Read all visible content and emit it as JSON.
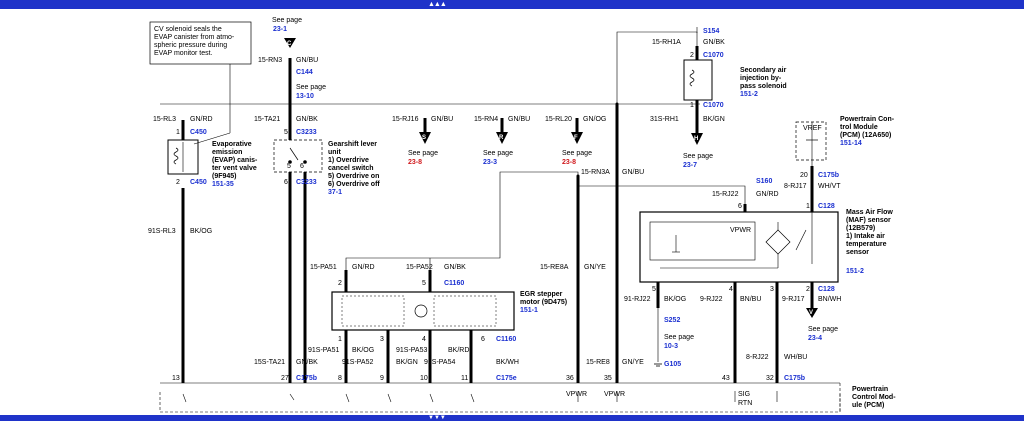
{
  "note": {
    "lines": [
      "CV solenoid seals the",
      "EVAP canister from atmo-",
      "spheric pressure during",
      "EVAP monitor test."
    ]
  },
  "c1": {
    "see": "See page",
    "page": "23-1",
    "letter": "C",
    "circuit": "15-RN3",
    "color": "GN/BU",
    "conn": "C144",
    "see2": "See page",
    "page2": "13-10"
  },
  "evap": {
    "circuit": "15-RL3",
    "color": "GN/RD",
    "pin1": "1",
    "conn1": "C450",
    "pin2": "2",
    "conn2": "C450",
    "lines": [
      "Evaporative",
      "emission",
      "(EVAP) canis-",
      "ter vent valve",
      "(9F945)"
    ],
    "page": "151-35",
    "circuit2": "91S-RL3",
    "color2": "BK/OG"
  },
  "gear": {
    "circuit": "15-TA21",
    "color": "GN/BK",
    "pin5": "5",
    "conn": "C3233",
    "pinA": "5",
    "pinB": "6",
    "pin6": "6",
    "conn2": "C3233",
    "lines": [
      "Gearshift lever",
      "unit",
      "1)   Overdrive",
      "      cancel switch",
      "5)   Overdrive on",
      "6)   Overdrive off"
    ],
    "page": "37-1"
  },
  "offs": [
    {
      "circuit": "15-RJ16",
      "color": "GN/BU",
      "letter": "S",
      "see": "See page",
      "page": "23-8",
      "red": true
    },
    {
      "circuit": "15-RN4",
      "color": "GN/BU",
      "letter": "R",
      "see": "See page",
      "page": "23-3",
      "red": false
    },
    {
      "circuit": "15-RL20",
      "color": "GN/OG",
      "letter": "F",
      "see": "See page",
      "page": "23-8",
      "red": true
    }
  ],
  "sec": {
    "splice": "S154",
    "circuit": "15-RH1A",
    "color": "GN/BK",
    "pin2": "2",
    "conn": "C1070",
    "lines": [
      "Secondary air",
      "injection by-",
      "pass solenoid"
    ],
    "page": "151-2",
    "pin1": "1",
    "conn2": "C1070",
    "circuit2": "31S-RH1",
    "color2": "BK/GN",
    "letter": "H",
    "see": "See page",
    "page2": "23-7"
  },
  "pcmTop": {
    "vref": "VREF",
    "lines": [
      "Powertrain Con-",
      "trol Module",
      "(PCM) (12A650)"
    ],
    "page": "151-14",
    "pin": "20",
    "conn": "C175b",
    "circuit": "8-RJ17",
    "color": "WH/VT"
  },
  "rn3a": {
    "circuit": "15-RN3A",
    "color": "GN/BU"
  },
  "maf": {
    "splice": "S160",
    "circuit": "15-RJ22",
    "color": "GN/RD",
    "pin6": "6",
    "pin1": "1",
    "conn": "C128",
    "vpwr": "VPWR",
    "lines": [
      "Mass Air Flow",
      "(MAF) sensor",
      "(12B579)",
      "1)   Intake air",
      "      temperature",
      "      sensor"
    ],
    "page": "151-2",
    "pin5": "5",
    "pin4": "4",
    "pin3": "3",
    "pin2": "2",
    "conn2": "C128",
    "c5": "91-RJ22",
    "col5": "BK/OG",
    "c4": "9-RJ22",
    "col4": "BN/BU",
    "c2": "9-RJ17",
    "col2": "BN/WH",
    "splice2": "S252",
    "see": "See page",
    "page2": "10-3",
    "gnd": "G105",
    "letter": "V",
    "see3": "See page",
    "page3": "23-4",
    "c3": "8-RJ22",
    "col3": "WH/BU"
  },
  "egr": {
    "c1": "15-PA51",
    "col1": "GN/RD",
    "c2": "15-PA52",
    "col2": "GN/BK",
    "pin2": "2",
    "pin5": "5",
    "conn": "C1160",
    "lines": [
      "EGR stepper",
      "motor (9D475)"
    ],
    "page": "151-1",
    "pin1": "1",
    "pin3": "3",
    "pin4": "4",
    "pin6": "6",
    "conn2": "C1160",
    "b1": "91S-PA51",
    "bc1": "BK/OG",
    "b2": "91S-PA52",
    "bc2": "BK/GN",
    "b3": "91S-PA53",
    "bc3": "BK/RD",
    "b4": "91S-PA54",
    "bc4": "BK/WH"
  },
  "re8a": {
    "circuit": "15-RE8A",
    "color": "GN/YE"
  },
  "bottom": {
    "ta21": "15S-TA21",
    "ta21c": "GN/BK",
    "re8": "15-RE8",
    "re8c": "GN/YE",
    "conn1": "C175b",
    "conn2": "C175e",
    "conn3": "C175b",
    "pins": [
      "13",
      "27",
      "8",
      "9",
      "10",
      "11",
      "36",
      "35",
      "43",
      "32"
    ],
    "vpwr1": "VPWR",
    "vpwr2": "VPWR",
    "sig": "SIG",
    "rtn": "RTN",
    "pcm": [
      "Powertrain",
      "Control Mod-",
      "ule (PCM)"
    ]
  }
}
